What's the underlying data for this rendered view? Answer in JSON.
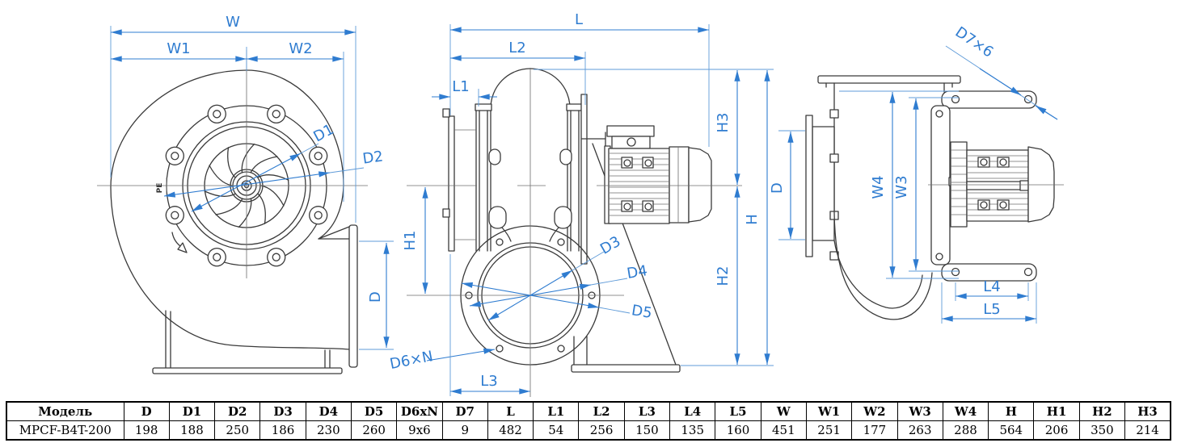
{
  "colors": {
    "dimension_blue": "#2f7cd0",
    "drawing_line": "#3a3a3a",
    "background": "#ffffff"
  },
  "front_view": {
    "labels": {
      "w": "W",
      "w1": "W1",
      "w2": "W2",
      "d1": "D1",
      "d2": "D2",
      "d": "D",
      "pe": "PE"
    }
  },
  "side_view": {
    "labels": {
      "l": "L",
      "l1": "L1",
      "l2": "L2",
      "l3": "L3",
      "h": "H",
      "h1": "H1",
      "h2": "H2",
      "h3": "H3",
      "d3": "D3",
      "d4": "D4",
      "d5": "D5",
      "d6xn": "D6×N"
    }
  },
  "rear_view": {
    "labels": {
      "d7x6": "D7×6",
      "d": "D",
      "w3": "W3",
      "w4": "W4",
      "l4": "L4",
      "l5": "L5"
    }
  },
  "table": {
    "headers": [
      "Модель",
      "D",
      "D1",
      "D2",
      "D3",
      "D4",
      "D5",
      "D6xN",
      "D7",
      "L",
      "L1",
      "L2",
      "L3",
      "L4",
      "L5",
      "W",
      "W1",
      "W2",
      "W3",
      "W4",
      "H",
      "H1",
      "H2",
      "H3"
    ],
    "rows": [
      [
        "MPCF-B4T-200",
        "198",
        "188",
        "250",
        "186",
        "230",
        "260",
        "9x6",
        "9",
        "482",
        "54",
        "256",
        "150",
        "135",
        "160",
        "451",
        "251",
        "177",
        "263",
        "288",
        "564",
        "206",
        "350",
        "214"
      ]
    ]
  }
}
